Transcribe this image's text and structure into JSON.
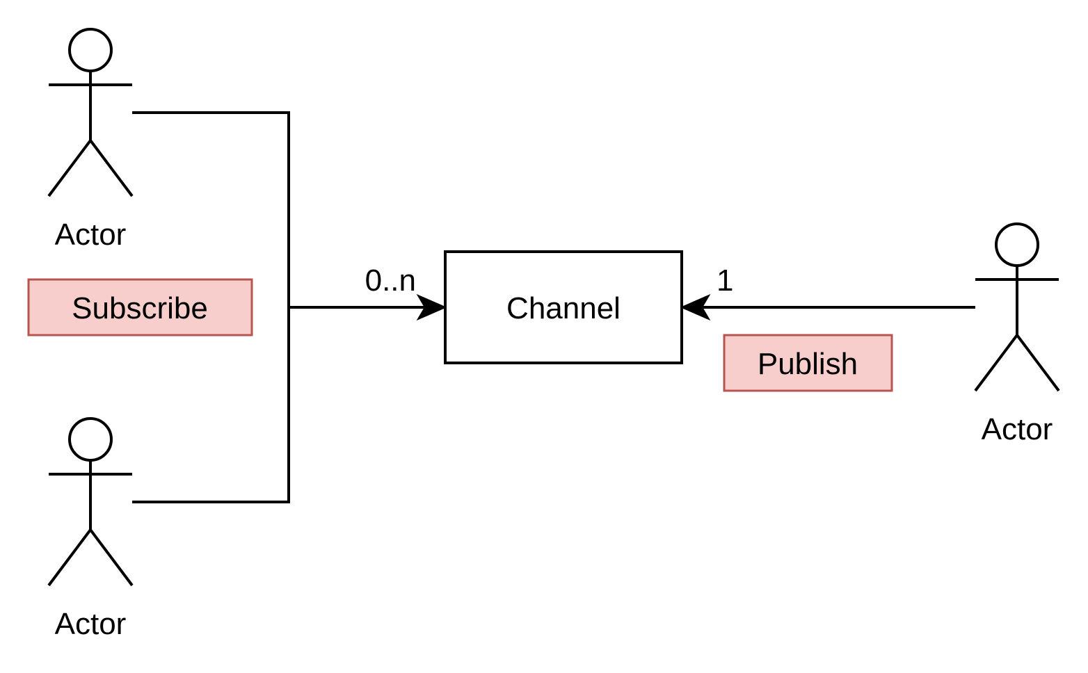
{
  "diagram": {
    "actors": [
      {
        "label": "Actor"
      },
      {
        "label": "Actor"
      },
      {
        "label": "Actor"
      }
    ],
    "channel": {
      "label": "Channel"
    },
    "subscribe": {
      "label": "Subscribe"
    },
    "publish": {
      "label": "Publish"
    },
    "multiplicity": {
      "subscribers": "0..n",
      "publisher": "1"
    }
  },
  "colors": {
    "stroke": "#000000",
    "tag_fill": "#f8cecc",
    "tag_border": "#b85450",
    "background": "#ffffff"
  }
}
